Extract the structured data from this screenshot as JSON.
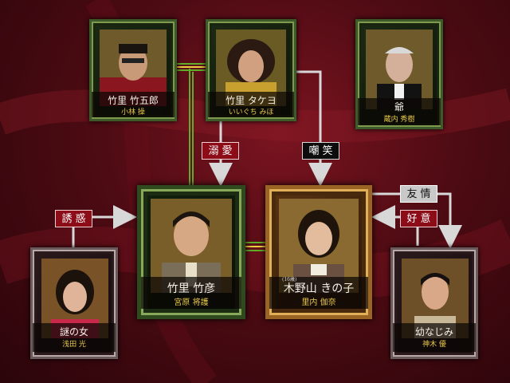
{
  "characters": {
    "gorou": {
      "name": "竹里 竹五郎",
      "actor": "小林 操"
    },
    "takeyo": {
      "name": "竹里 タケヨ",
      "actor": "いいぐち みほ"
    },
    "jii": {
      "name": "爺",
      "actor": "蔵内 秀樹"
    },
    "takehiko": {
      "name": "竹里 竹彦",
      "actor": "宮原 将護"
    },
    "kinoko": {
      "name": "木野山 きの子",
      "name_ruby": "(16歳)",
      "actor": "里内 伽奈"
    },
    "nazo": {
      "name": "謎の女",
      "actor": "浅田 光"
    },
    "osananajimi": {
      "name": "幼なじみ",
      "actor": "神木 優"
    }
  },
  "relations": {
    "dekiai": "溺愛",
    "chousho": "嘲笑",
    "yuuwaku": "誘惑",
    "yuujou": "友情",
    "koui": "好意"
  },
  "colors": {
    "background": "#4e0b13",
    "actor_text": "#e8c84a",
    "red_label": "#8c0d18",
    "arrow": "#d8d8d8",
    "green_link": "#5fae2a",
    "yellow_link": "#e8d040"
  }
}
